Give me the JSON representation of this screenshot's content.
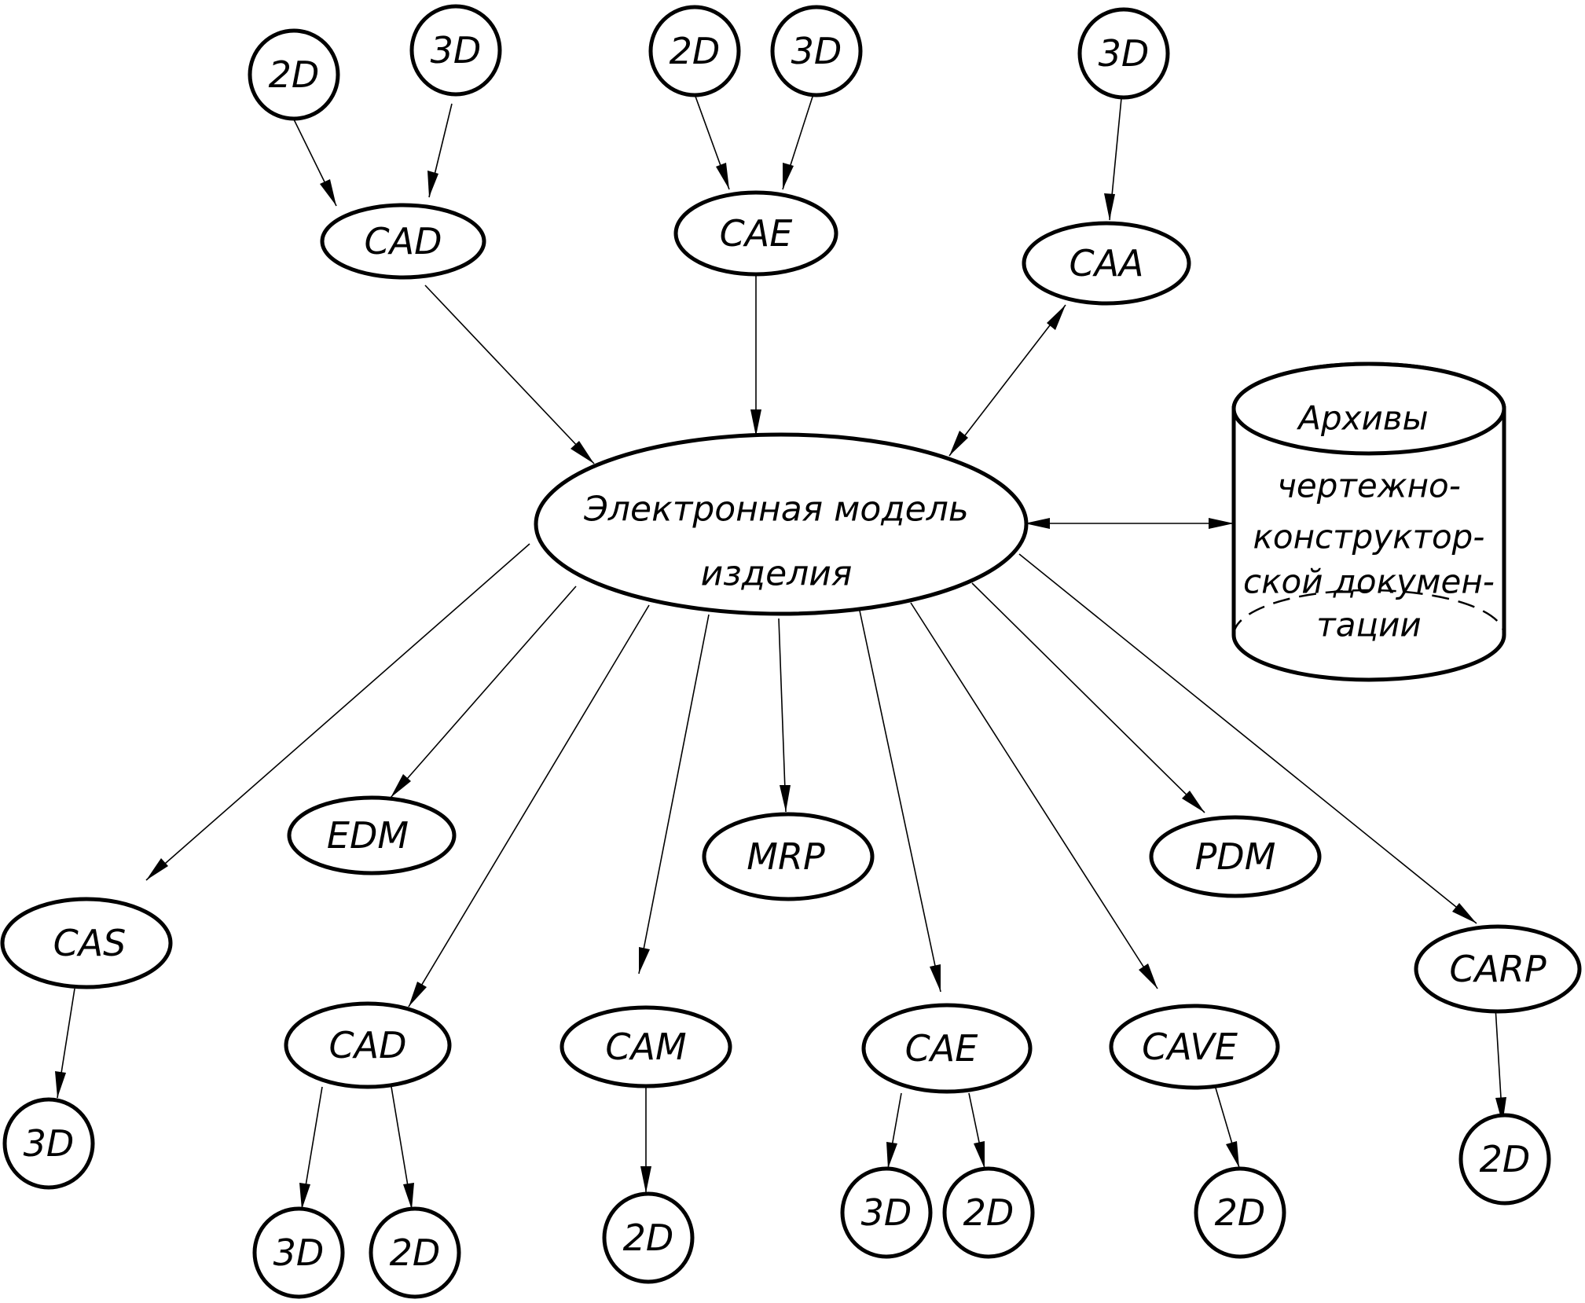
{
  "diagram": {
    "center": {
      "lines": [
        "Электронная модель",
        "изделия"
      ]
    },
    "archive": {
      "lines": [
        "Архивы",
        "чертежно-",
        "конструктор-",
        "ской докумен-",
        "тации"
      ]
    },
    "nodes": {
      "top_2d_a": "2D",
      "top_3d_a": "3D",
      "top_cad": "CAD",
      "top_2d_b": "2D",
      "top_3d_b": "3D",
      "top_cae": "CAE",
      "top_3d_c": "3D",
      "top_caa": "CAA",
      "edm": "EDM",
      "mrp": "MRP",
      "pdm": "PDM",
      "cas": "CAS",
      "cas_3d": "3D",
      "bot_cad": "CAD",
      "bot_cad_3d": "3D",
      "bot_cad_2d": "2D",
      "cam": "CAM",
      "cam_2d": "2D",
      "bot_cae": "CAE",
      "bot_cae_3d": "3D",
      "bot_cae_2d": "2D",
      "cave": "CAVE",
      "cave_2d": "2D",
      "carp": "CARP",
      "carp_2d": "2D"
    }
  }
}
